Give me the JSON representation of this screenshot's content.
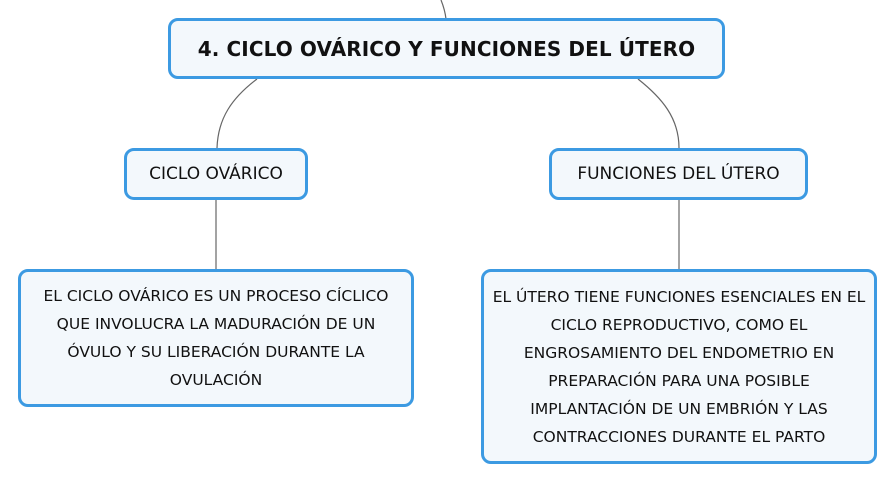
{
  "root": {
    "title": "4. CICLO OVÁRICO Y FUNCIONES DEL ÚTERO"
  },
  "branches": [
    {
      "topic": "CICLO OVÁRICO",
      "detail": "EL CICLO OVÁRICO ES UN PROCESO CÍCLICO QUE INVOLUCRA LA MADURACIÓN DE UN ÓVULO Y SU LIBERACIÓN DURANTE LA OVULACIÓN"
    },
    {
      "topic": "FUNCIONES DEL ÚTERO",
      "detail": "EL ÚTERO TIENE FUNCIONES ESENCIALES EN EL CICLO REPRODUCTIVO, COMO EL ENGROSAMIENTO DEL ENDOMETRIO EN PREPARACIÓN PARA UNA POSIBLE IMPLANTACIÓN DE UN EMBRIÓN Y LAS CONTRACCIONES DURANTE EL PARTO"
    }
  ],
  "colors": {
    "node_border": "#3c9ae2",
    "node_fill": "#f3f8fc",
    "connector": "#666666"
  }
}
